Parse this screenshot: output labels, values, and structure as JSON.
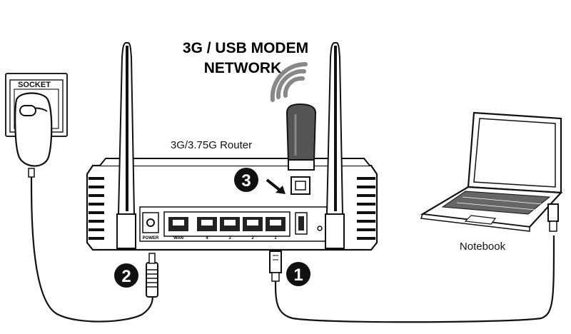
{
  "title": {
    "line1": "3G / USB MODEM",
    "line2": "NETWORK"
  },
  "labels": {
    "socket": "SOCKET",
    "router": "3G/3.75G Router",
    "notebook": "Notebook",
    "power_port": "POWER",
    "wan_port": "WAN",
    "lan4": "4",
    "lan3": "3",
    "lan2": "2",
    "lan1": "1"
  },
  "steps": {
    "step1": "1",
    "step2": "2",
    "step3": "3"
  },
  "icons": [
    "socket-icon",
    "power-adapter-icon",
    "router-icon",
    "antenna-icon",
    "usb-modem-icon",
    "wireless-signal-icon",
    "notebook-icon",
    "ethernet-plug-icon",
    "power-plug-icon",
    "arrow-icon"
  ]
}
